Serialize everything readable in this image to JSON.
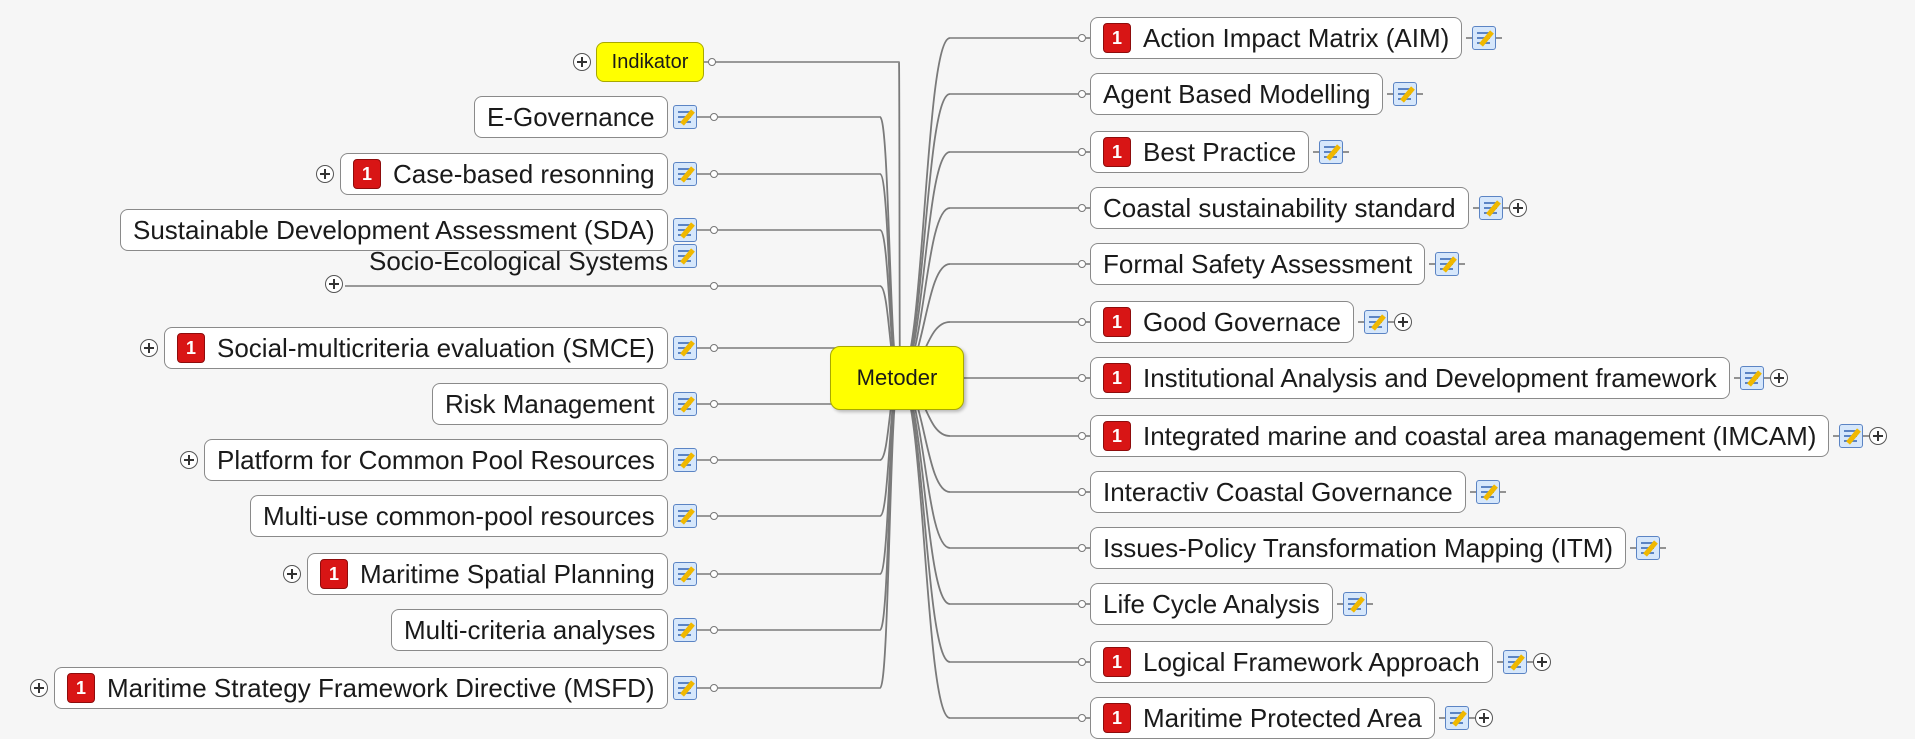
{
  "diagram": {
    "central_topic": "Metoder",
    "left_topics": [
      {
        "label": "Indikator",
        "priority": false,
        "note": false,
        "expand": true,
        "highlight": true
      },
      {
        "label": "E-Governance",
        "priority": false,
        "note": true,
        "expand": false
      },
      {
        "label": "Case-based resonning",
        "priority": true,
        "note": true,
        "expand": true
      },
      {
        "label": "Sustainable Development Assessment (SDA)",
        "priority": false,
        "note": true,
        "expand": false
      },
      {
        "label": "Socio-Ecological Systems",
        "priority": false,
        "note": true,
        "expand": true,
        "boxless": true
      },
      {
        "label": "Social-multicriteria evaluation (SMCE)",
        "priority": true,
        "note": true,
        "expand": true
      },
      {
        "label": "Risk Management",
        "priority": false,
        "note": true,
        "expand": false
      },
      {
        "label": "Platform for Common Pool Resources",
        "priority": false,
        "note": true,
        "expand": true
      },
      {
        "label": "Multi-use common-pool resources",
        "priority": false,
        "note": true,
        "expand": false
      },
      {
        "label": "Maritime Spatial Planning",
        "priority": true,
        "note": true,
        "expand": true
      },
      {
        "label": "Multi-criteria analyses",
        "priority": false,
        "note": true,
        "expand": false
      },
      {
        "label": "Maritime Strategy Framework Directive (MSFD)",
        "priority": true,
        "note": true,
        "expand": true
      }
    ],
    "right_topics": [
      {
        "label": "Action Impact Matrix (AIM)",
        "priority": true,
        "note": true,
        "expand": false
      },
      {
        "label": "Agent Based Modelling",
        "priority": false,
        "note": true,
        "expand": false
      },
      {
        "label": "Best Practice",
        "priority": true,
        "note": true,
        "expand": false
      },
      {
        "label": "Coastal sustainability standard",
        "priority": false,
        "note": true,
        "expand": true
      },
      {
        "label": "Formal Safety Assessment",
        "priority": false,
        "note": true,
        "expand": false
      },
      {
        "label": "Good Governace",
        "priority": true,
        "note": true,
        "expand": true
      },
      {
        "label": "Institutional Analysis and Development framework",
        "priority": true,
        "note": true,
        "expand": true
      },
      {
        "label": "Integrated marine and coastal area management (IMCAM)",
        "priority": true,
        "note": true,
        "expand": true
      },
      {
        "label": "Interactiv Coastal Governance",
        "priority": false,
        "note": true,
        "expand": false
      },
      {
        "label": "Issues-Policy Transformation Mapping (ITM)",
        "priority": false,
        "note": true,
        "expand": false
      },
      {
        "label": "Life Cycle Analysis",
        "priority": false,
        "note": true,
        "expand": false
      },
      {
        "label": "Logical Framework Approach",
        "priority": true,
        "note": true,
        "expand": true
      },
      {
        "label": "Maritime Protected Area",
        "priority": true,
        "note": true,
        "expand": true
      }
    ],
    "priority_marker": "1",
    "colors": {
      "topic_highlight": "#ffff00",
      "priority": "#d81515",
      "connector": "#7a7a7a",
      "note": "#d6e7fb"
    }
  }
}
